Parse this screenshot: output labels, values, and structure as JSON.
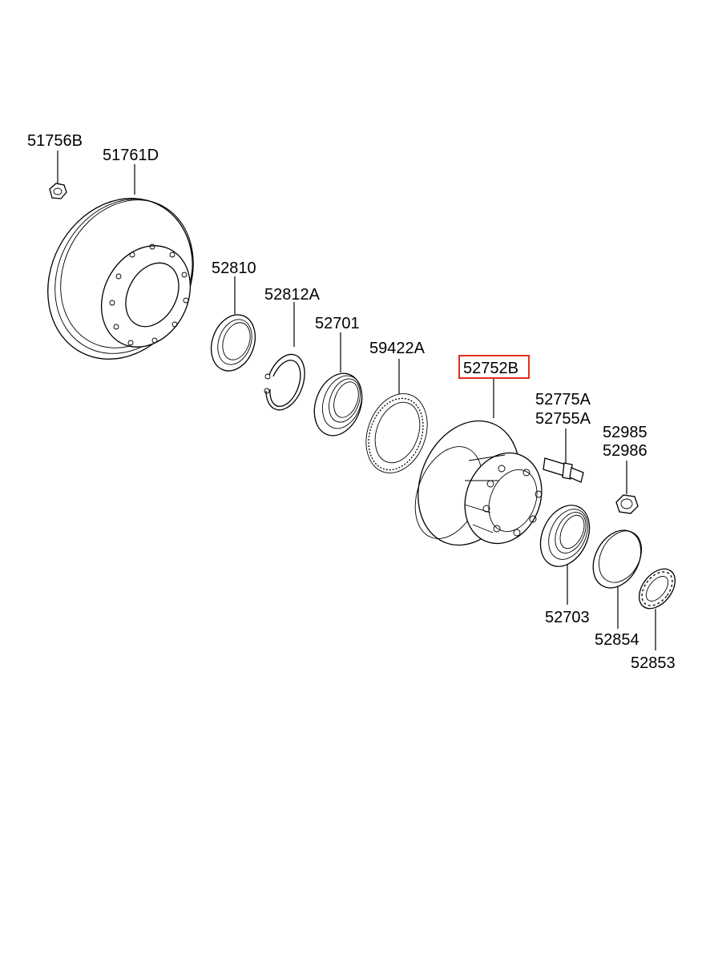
{
  "labels": {
    "p51756b": "51756B",
    "p51761d": "51761D",
    "p52810": "52810",
    "p52812a": "52812A",
    "p52701": "52701",
    "p59422a": "59422A",
    "p52752b": "52752B",
    "p52775a": "52775A",
    "p52755a": "52755A",
    "p52985": "52985",
    "p52986": "52986",
    "p52703": "52703",
    "p52854": "52854",
    "p52853": "52853"
  },
  "highlighted_part": "52752B",
  "colors": {
    "line": "#000000",
    "background": "#ffffff",
    "highlight": "#e0301e"
  }
}
